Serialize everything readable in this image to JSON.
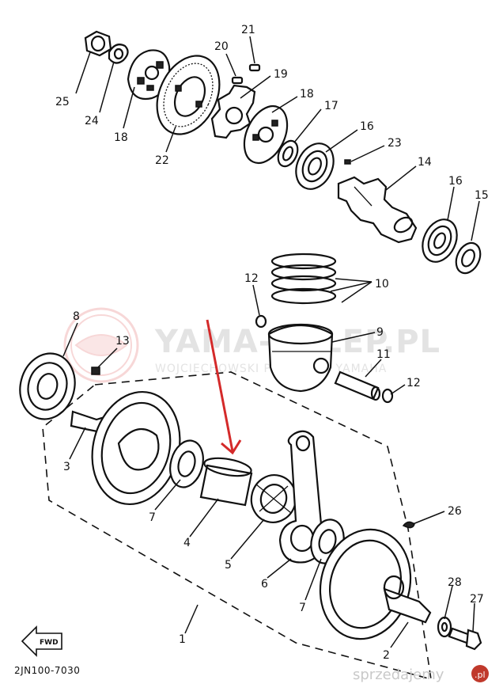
{
  "colors": {
    "ink": "#111111",
    "arrow": "#d42a2a",
    "watermark": "#e3e3e3",
    "logo": "#f2b8b8"
  },
  "callouts": [
    {
      "id": "c25",
      "label": "25"
    },
    {
      "id": "c24",
      "label": "24"
    },
    {
      "id": "c18a",
      "label": "18"
    },
    {
      "id": "c22",
      "label": "22"
    },
    {
      "id": "c20",
      "label": "20"
    },
    {
      "id": "c21",
      "label": "21"
    },
    {
      "id": "c19",
      "label": "19"
    },
    {
      "id": "c18b",
      "label": "18"
    },
    {
      "id": "c17",
      "label": "17"
    },
    {
      "id": "c16a",
      "label": "16"
    },
    {
      "id": "c23",
      "label": "23"
    },
    {
      "id": "c14",
      "label": "14"
    },
    {
      "id": "c16b",
      "label": "16"
    },
    {
      "id": "c15",
      "label": "15"
    },
    {
      "id": "c12a",
      "label": "12"
    },
    {
      "id": "c10",
      "label": "10"
    },
    {
      "id": "c8",
      "label": "8"
    },
    {
      "id": "c13",
      "label": "13"
    },
    {
      "id": "c9",
      "label": "9"
    },
    {
      "id": "c11",
      "label": "11"
    },
    {
      "id": "c12b",
      "label": "12"
    },
    {
      "id": "c3",
      "label": "3"
    },
    {
      "id": "c7a",
      "label": "7"
    },
    {
      "id": "c4",
      "label": "4"
    },
    {
      "id": "c5",
      "label": "5"
    },
    {
      "id": "c6",
      "label": "6"
    },
    {
      "id": "c26",
      "label": "26"
    },
    {
      "id": "c7b",
      "label": "7"
    },
    {
      "id": "c28",
      "label": "28"
    },
    {
      "id": "c27",
      "label": "27"
    },
    {
      "id": "c1",
      "label": "1"
    },
    {
      "id": "c2",
      "label": "2"
    }
  ],
  "diagram_code": "2JN100-7030",
  "fwd_label": "FWD",
  "watermark": {
    "main": "YAMA-SKLEP.PL",
    "sub": "WOJCIECHOWSKI PARTS FOR YAMAHA"
  },
  "brand": {
    "name": "sprzedajemy",
    "tld": ".pl"
  }
}
